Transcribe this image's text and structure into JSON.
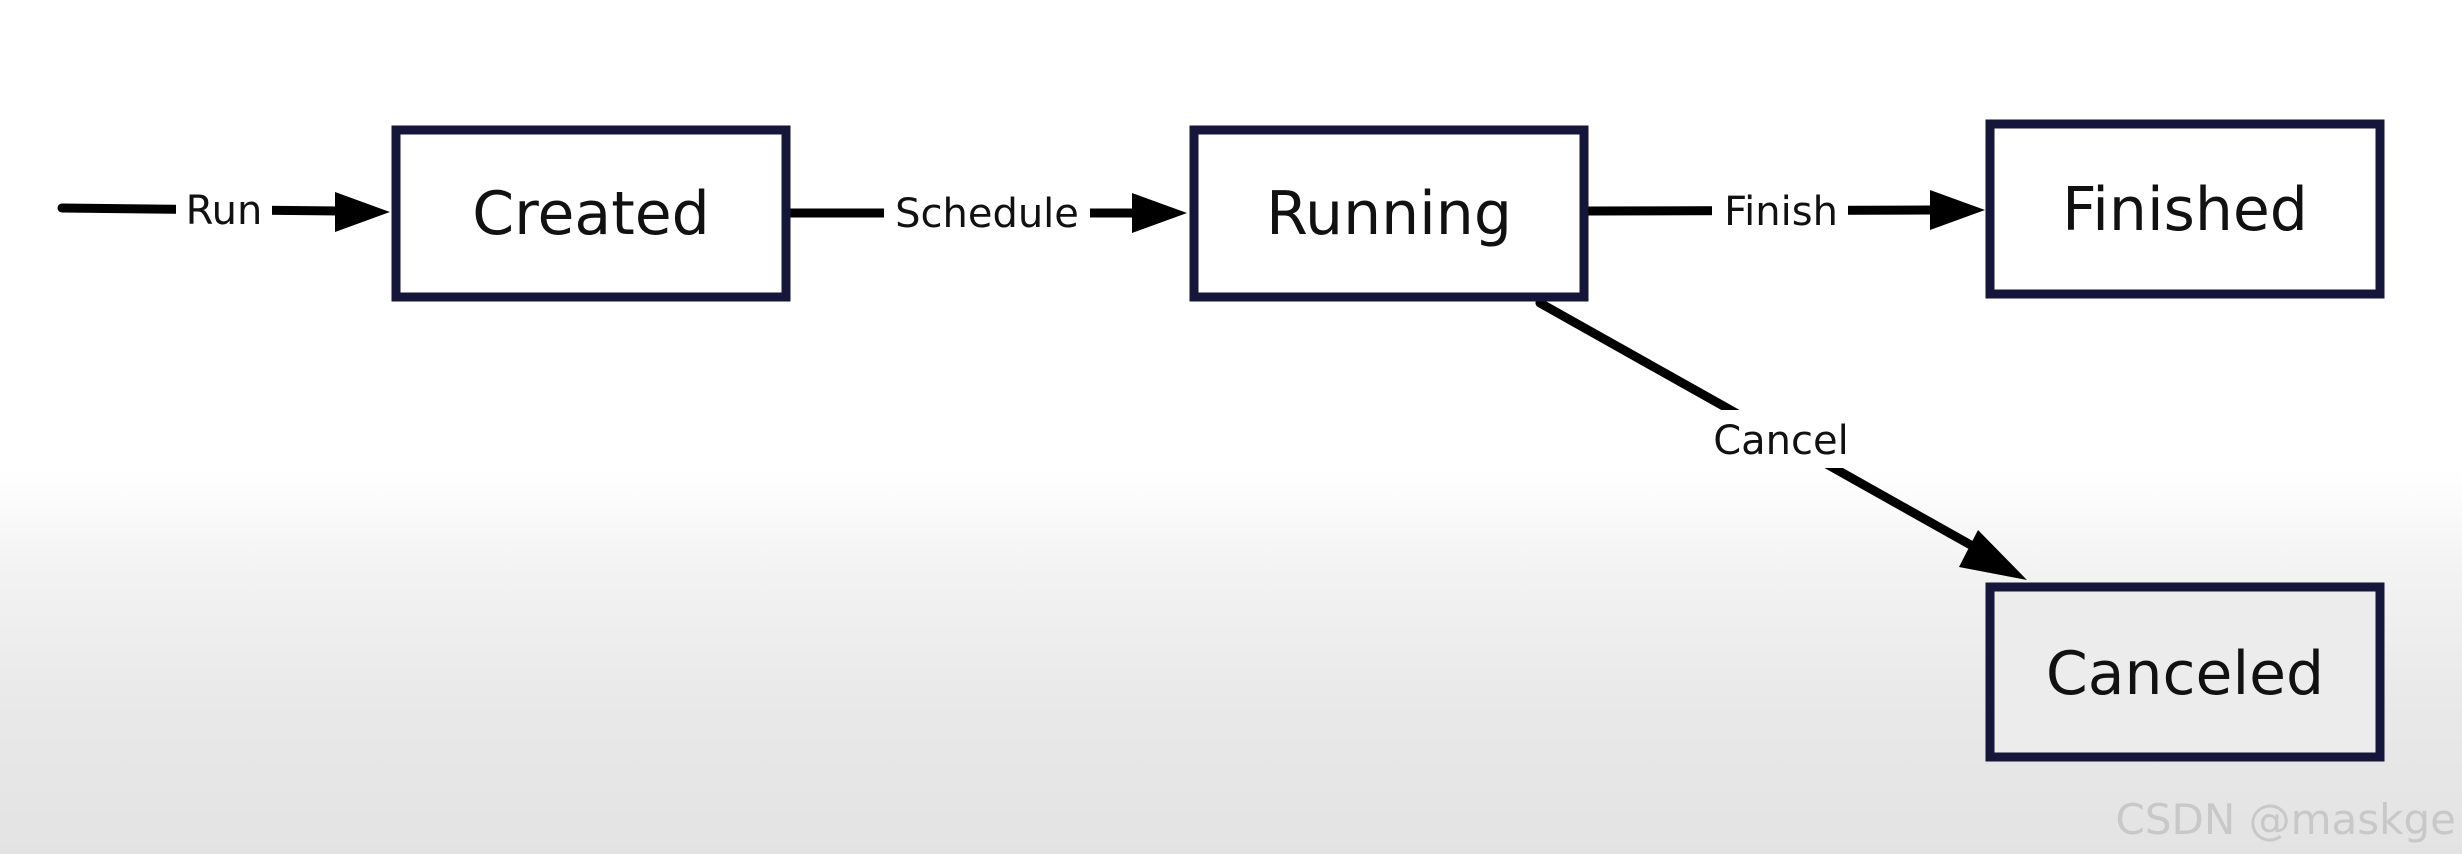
{
  "diagram": {
    "nodes": [
      {
        "id": "created",
        "label": "Created"
      },
      {
        "id": "running",
        "label": "Running"
      },
      {
        "id": "finished",
        "label": "Finished"
      },
      {
        "id": "canceled",
        "label": "Canceled"
      }
    ],
    "edges": [
      {
        "id": "run",
        "label": "Run",
        "from": "",
        "to": "created"
      },
      {
        "id": "schedule",
        "label": "Schedule",
        "from": "created",
        "to": "running"
      },
      {
        "id": "finish",
        "label": "Finish",
        "from": "running",
        "to": "finished"
      },
      {
        "id": "cancel",
        "label": "Cancel",
        "from": "running",
        "to": "canceled"
      }
    ]
  },
  "watermark": {
    "text": "CSDN @maskge"
  }
}
